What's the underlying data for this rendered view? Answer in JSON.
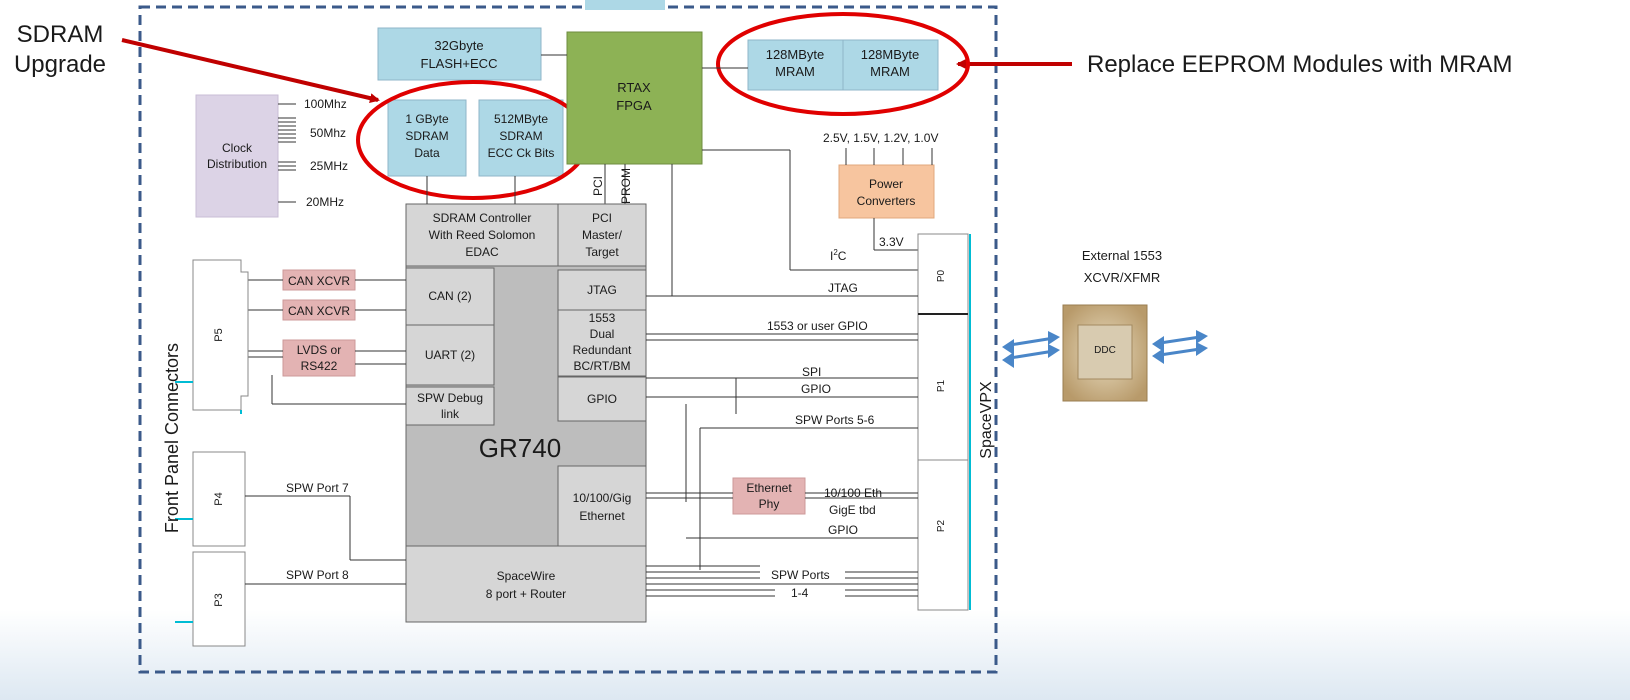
{
  "callouts": {
    "sdram_upgrade": [
      "SDRAM",
      "Upgrade"
    ],
    "replace_eeprom": "Replace EEPROM Modules with MRAM"
  },
  "memory": {
    "flash": [
      "32Gbyte",
      "FLASH+ECC"
    ],
    "sdram_data": [
      "1 GByte",
      "SDRAM",
      "Data"
    ],
    "sdram_ecc": [
      "512MByte",
      "SDRAM",
      "ECC Ck Bits"
    ],
    "mram1": [
      "128MByte",
      "MRAM"
    ],
    "mram2": [
      "128MByte",
      "MRAM"
    ]
  },
  "fpga": [
    "RTAX",
    "FPGA"
  ],
  "fpga_lines": {
    "pci": "PCI",
    "prom": "PROM"
  },
  "clock": {
    "label": [
      "Clock",
      "Distribution"
    ],
    "freqs": [
      "100Mhz",
      "50Mhz",
      "25MHz",
      "20MHz"
    ]
  },
  "power": {
    "label": [
      "Power",
      "Converters"
    ],
    "inputs": "2.5V, 1.5V, 1.2V, 1.0V",
    "supply": "3.3V"
  },
  "gr740": {
    "title": "GR740",
    "sdram_ctrl": [
      "SDRAM Controller",
      "With Reed Solomon",
      "EDAC"
    ],
    "pci": [
      "PCI",
      "Master/",
      "Target"
    ],
    "can": "CAN (2)",
    "uart": "UART (2)",
    "spw_debug": [
      "SPW Debug",
      "link"
    ],
    "jtag": "JTAG",
    "mil1553": [
      "1553",
      "Dual",
      "Redundant",
      "BC/RT/BM"
    ],
    "gpio": "GPIO",
    "ethernet": [
      "10/100/Gig",
      "Ethernet"
    ],
    "spacewire": [
      "SpaceWire",
      "8 port + Router"
    ]
  },
  "transceivers": {
    "can1": "CAN XCVR",
    "can2": "CAN XCVR",
    "lvds": [
      "LVDS or",
      "RS422"
    ],
    "eth_phy": [
      "Ethernet",
      "Phy"
    ]
  },
  "signals": {
    "i2c_base": "I",
    "i2c_sup": "2",
    "i2c_tail": "C",
    "jtag": "JTAG",
    "gpio_1553": "1553 or user GPIO",
    "spi": "SPI",
    "gpio": "GPIO",
    "spw_56": "SPW Ports 5-6",
    "eth1": "10/100 Eth",
    "eth2": "GigE tbd",
    "gpio2": "GPIO",
    "spw_14_a": "SPW Ports",
    "spw_14_b": "1-4",
    "spw_port7": "SPW Port 7",
    "spw_port8": "SPW Port 8"
  },
  "connectors": {
    "front_label": "Front Panel Connectors",
    "p5": "P5",
    "p4": "P4",
    "p3": "P3",
    "p0": "P0",
    "p1": "P1",
    "p2": "P2",
    "spacevpx": "SpaceVPX"
  },
  "external": {
    "label": [
      "External 1553",
      "XCVR/XFMR"
    ],
    "chip_text": "DDC"
  },
  "colors": {
    "border_dashed": "#3b5a8a",
    "highlight_ring": "#e00000",
    "arrow": "#c00000",
    "memory_block": "#add8e6",
    "fpga": "#8db255",
    "power": "#f7c59f",
    "gr740": "#bdbdbd",
    "transceiver": "#e3b3b3",
    "clock": "#dcd3e6",
    "connector_accent": "#00bcd4"
  }
}
